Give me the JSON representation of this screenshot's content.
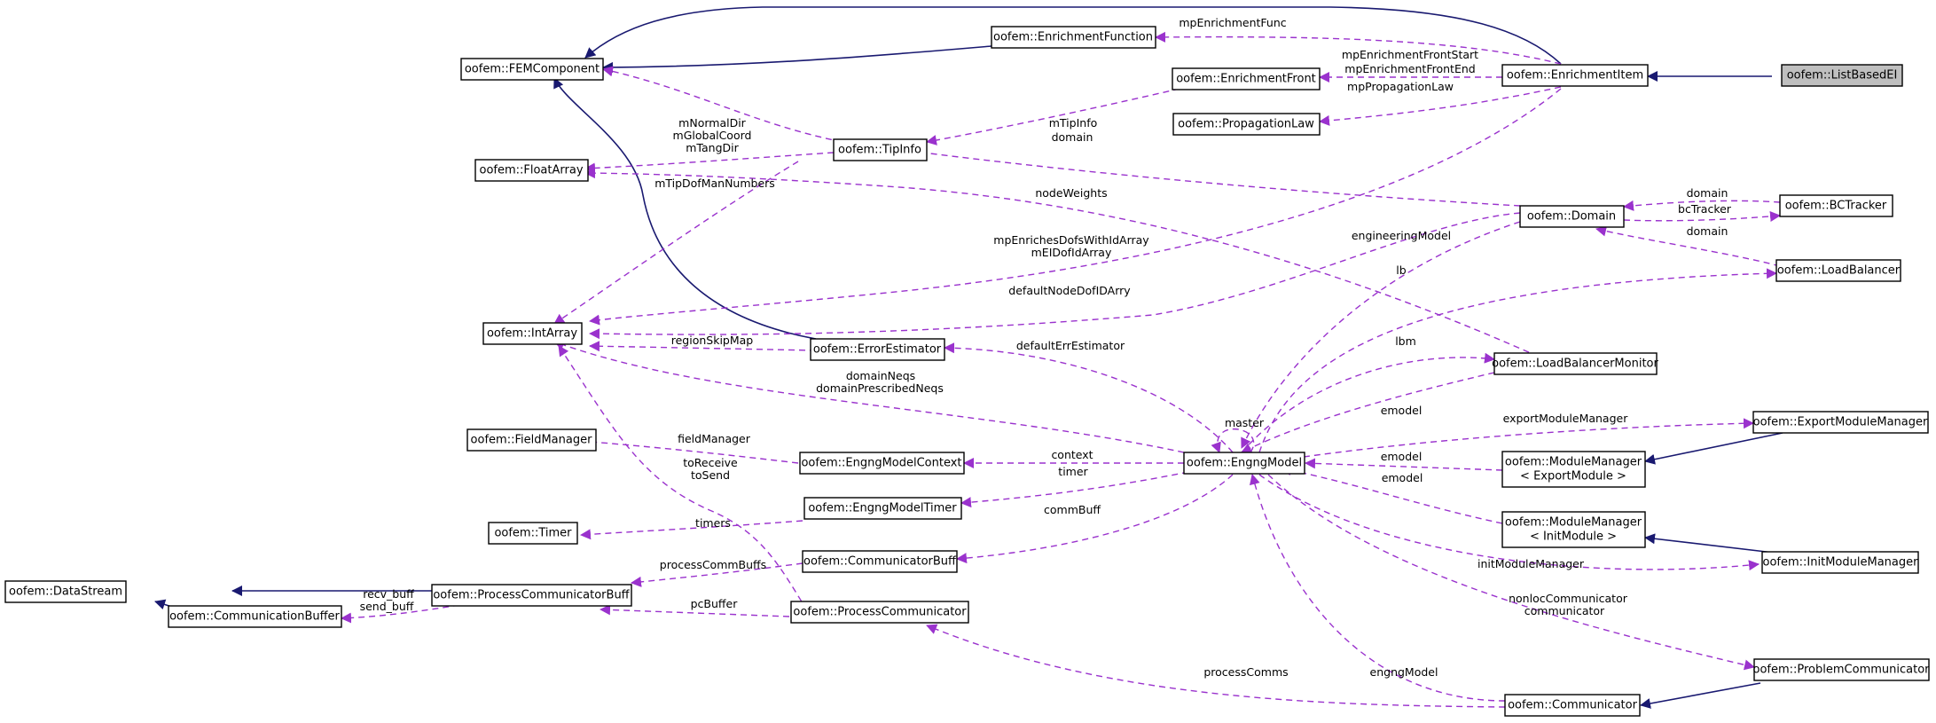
{
  "diagram": {
    "nodes": {
      "ListBasedEI": "oofem::ListBasedEI",
      "EnrichmentItem": "oofem::EnrichmentItem",
      "EnrichmentFunction": "oofem::EnrichmentFunction",
      "FEMComponent": "oofem::FEMComponent",
      "EnrichmentFront": "oofem::EnrichmentFront",
      "PropagationLaw": "oofem::PropagationLaw",
      "FloatArray": "oofem::FloatArray",
      "TipInfo": "oofem::TipInfo",
      "Domain": "oofem::Domain",
      "BCTracker": "oofem::BCTracker",
      "LoadBalancer": "oofem::LoadBalancer",
      "IntArray": "oofem::IntArray",
      "ErrorEstimator": "oofem::ErrorEstimator",
      "LoadBalancerMonitor": "oofem::LoadBalancerMonitor",
      "FieldManager": "oofem::FieldManager",
      "EngngModelContext": "oofem::EngngModelContext",
      "EngngModel": "oofem::EngngModel",
      "ExportModuleManager": "oofem::ExportModuleManager",
      "ModuleManagerExport1": "oofem::ModuleManager",
      "ModuleManagerExport2": "< ExportModule >",
      "ModuleManagerInit1": "oofem::ModuleManager",
      "ModuleManagerInit2": "< InitModule >",
      "Timer": "oofem::Timer",
      "EngngModelTimer": "oofem::EngngModelTimer",
      "InitModuleManager": "oofem::InitModuleManager",
      "CommunicatorBuff": "oofem::CommunicatorBuff",
      "DataStream": "oofem::DataStream",
      "ProcessCommunicatorBuff": "oofem::ProcessCommunicatorBuff",
      "CommunicationBuffer": "oofem::CommunicationBuffer",
      "ProcessCommunicator": "oofem::ProcessCommunicator",
      "ProblemCommunicator": "oofem::ProblemCommunicator",
      "Communicator": "oofem::Communicator"
    },
    "labels": {
      "mpEnrichmentFunc": "mpEnrichmentFunc",
      "mpEnrichmentFrontStart": "mpEnrichmentFrontStart",
      "mpEnrichmentFrontEnd": "mpEnrichmentFrontEnd",
      "mpPropagationLaw": "mpPropagationLaw",
      "mTipInfo": "mTipInfo",
      "domain1": "domain",
      "mNormalDir": "mNormalDir",
      "mGlobalCoord": "mGlobalCoord",
      "mTangDir": "mTangDir",
      "mTipDofManNumbers": "mTipDofManNumbers",
      "nodeWeights": "nodeWeights",
      "domain2": "domain",
      "bcTracker": "bcTracker",
      "domain3": "domain",
      "engineeringModel": "engineeringModel",
      "mpEnrichesDofsWithIdArray": "mpEnrichesDofsWithIdArray",
      "mEIDofIdArray": "mEIDofIdArray",
      "lb": "lb",
      "defaultNodeDofIDArry": "defaultNodeDofIDArry",
      "regionSkipMap": "regionSkipMap",
      "defaultErrEstimator": "defaultErrEstimator",
      "lbm": "lbm",
      "domainNeqs": "domainNeqs",
      "domainPrescribedNeqs": "domainPrescribedNeqs",
      "emodel1": "emodel",
      "master": "master",
      "exportModuleManager": "exportModuleManager",
      "fieldManager": "fieldManager",
      "toReceive": "toReceive",
      "toSend": "toSend",
      "context": "context",
      "emodel2": "emodel",
      "timer": "timer",
      "emodel3": "emodel",
      "commBuff": "commBuff",
      "timers": "timers",
      "processCommBuffs": "processCommBuffs",
      "initModuleManager": "initModuleManager",
      "recv_buff": "recv_buff",
      "send_buff": "send_buff",
      "pcBuffer": "pcBuffer",
      "nonlocCommunicator": "nonlocCommunicator",
      "communicator": "communicator",
      "processComms": "processComms",
      "engngModel": "engngModel"
    }
  }
}
